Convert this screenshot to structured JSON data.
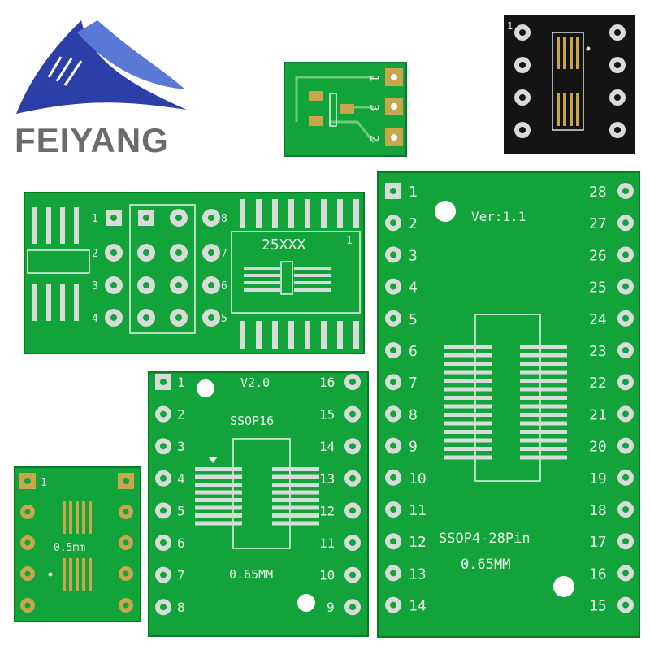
{
  "brand": {
    "name": "FEIYANG",
    "colors": {
      "blue": "#2c3ea8",
      "text": "#6b6b6b"
    }
  },
  "colors": {
    "pcb_green": "#12a33a",
    "pcb_dark": "#0b8a2c",
    "silkscreen": "#e8f5e8",
    "pad_gold": "#c9a64b",
    "pad_silver": "#d8dcd8",
    "black_board": "#141414"
  },
  "boards": {
    "sot23": {
      "pins": [
        "1",
        "3",
        "2"
      ]
    },
    "soic8_dip8": {
      "chip_label": "25XXX",
      "left_pins": [
        "1",
        "2",
        "3",
        "4"
      ],
      "right_pins": [
        "8",
        "7",
        "6",
        "5"
      ],
      "chip_pin": "1"
    },
    "ssop28": {
      "version": "Ver:1.1",
      "title": "SSOP4-28Pin",
      "pitch": "0.65MM",
      "left_pins": [
        "1",
        "2",
        "3",
        "4",
        "5",
        "6",
        "7",
        "8",
        "9",
        "10",
        "11",
        "12",
        "13",
        "14"
      ],
      "right_pins": [
        "28",
        "27",
        "26",
        "25",
        "24",
        "23",
        "22",
        "21",
        "20",
        "19",
        "18",
        "17",
        "16",
        "15"
      ]
    },
    "ssop16": {
      "version": "V2.0",
      "title": "SSOP16",
      "pitch": "0.65MM",
      "left_pins": [
        "1",
        "2",
        "3",
        "4",
        "5",
        "6",
        "7",
        "8"
      ],
      "right_pins": [
        "16",
        "15",
        "14",
        "13",
        "12",
        "11",
        "10",
        "9"
      ]
    },
    "msop10": {
      "pin1": "1",
      "pitch": "0.5mm"
    },
    "black_msop": {
      "pin1": "1"
    }
  }
}
